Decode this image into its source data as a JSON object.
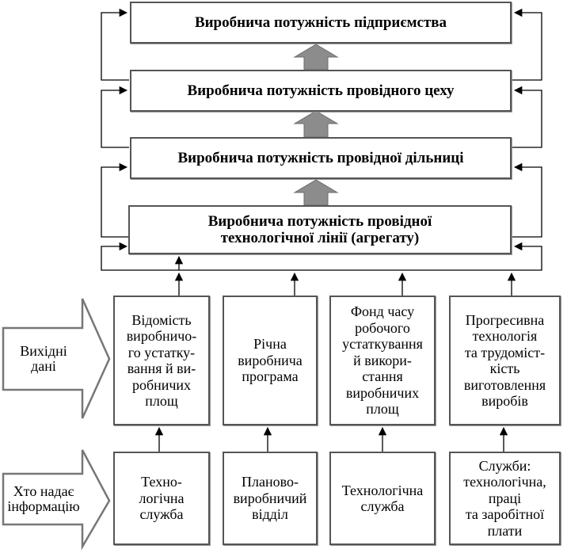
{
  "levels": [
    "Виробнича потужність підприємства",
    "Виробнича потужність провідного цеху",
    "Виробнича потужність провідної дільниці",
    "Виробнича потужність провідної\nтехнологічної лінії (агрегату)"
  ],
  "inputs": {
    "label": "Вихідні\nдані",
    "items": [
      "Відомість\nвиробничо-\nго устатку-\nвання й ви-\nробничих\nплощ",
      "Річна\nвиробнича\nпрограма",
      "Фонд часу\nробочого\nустаткування\nй викори-\nстання\nвиробничих\nплощ",
      "Прогресивна\nтехнологія\nта трудоміст-\nкість\nвиготовлення\nвиробів"
    ]
  },
  "providers": {
    "label": "Хто надає\nінформацію",
    "items": [
      "Техно-\nлогічна\nслужба",
      "Планово-\nвиробничий\nвідділ",
      "Технологічна\nслужба",
      "Служби:\nтехнологічна,\nпраці\nта заробітної\nплати"
    ]
  },
  "colors": {
    "border": "#555555",
    "up_arrow": "#8c8c8c",
    "line": "#000000"
  }
}
